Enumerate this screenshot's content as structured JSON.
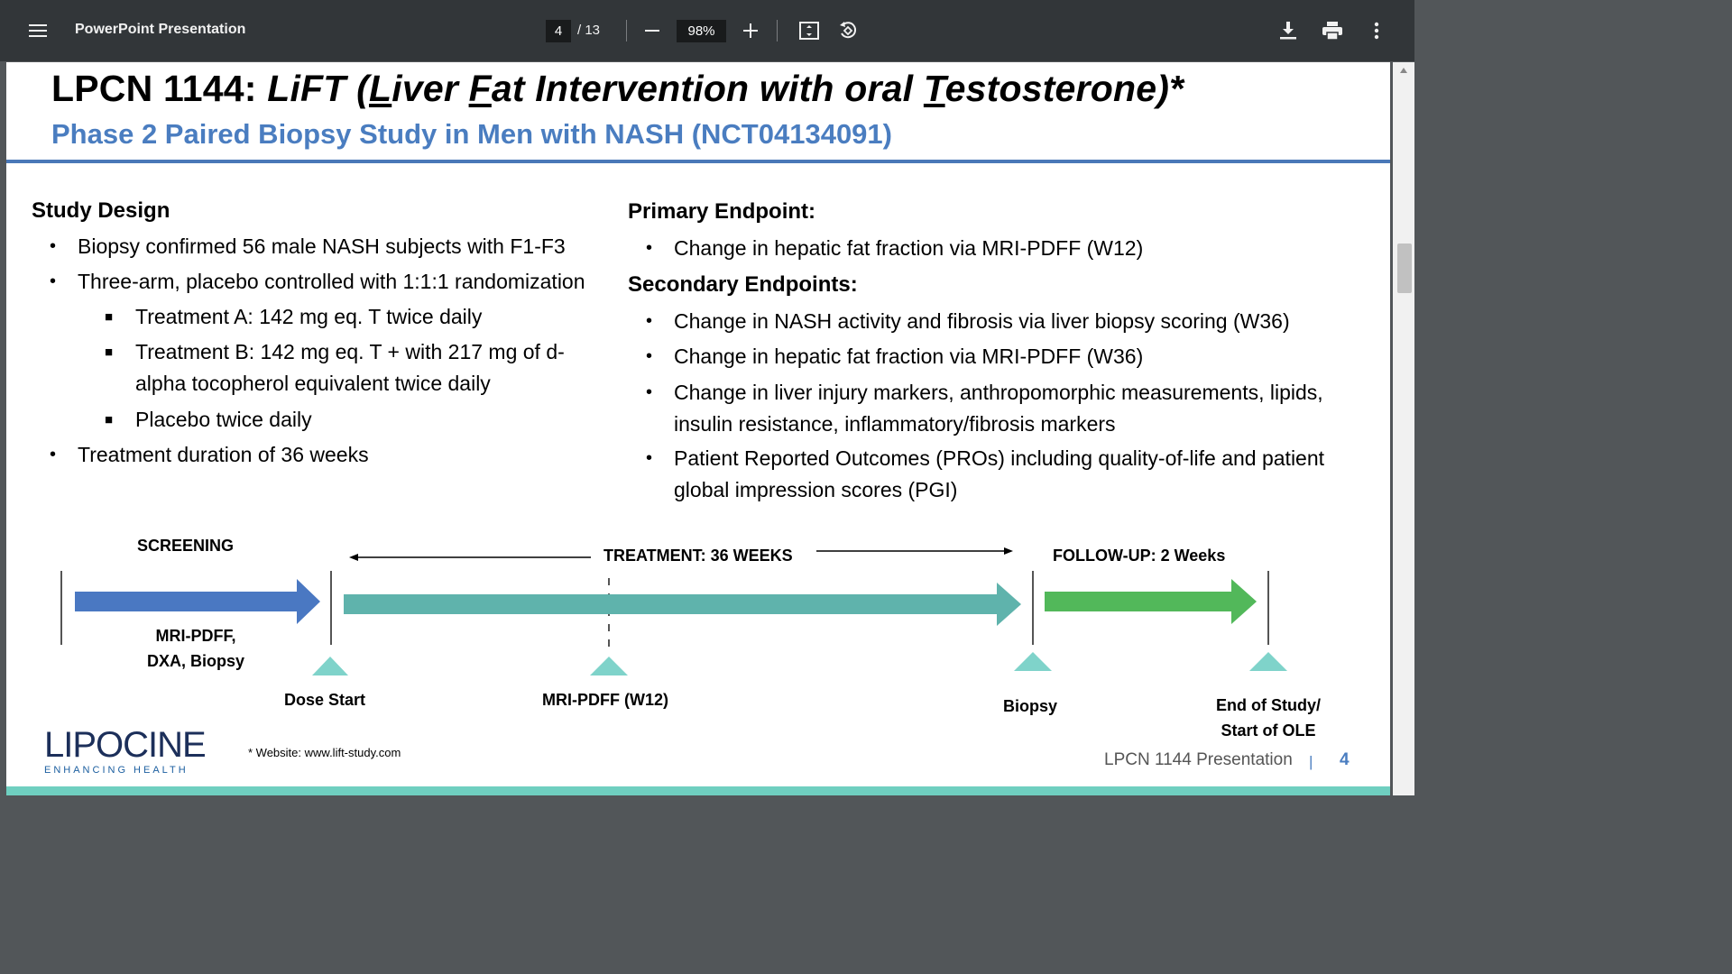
{
  "toolbar": {
    "title": "PowerPoint Presentation",
    "current_page": "4",
    "total_pages": "/ 13",
    "zoom": "98%"
  },
  "slide": {
    "title_prefix": "LPCN 1144: ",
    "title_italic_parts": [
      "LiFT (",
      "L",
      "iver ",
      "F",
      "at Intervention with oral ",
      "T",
      "estosterone)*"
    ],
    "subtitle": "Phase 2 Paired Biopsy Study in Men with NASH (NCT04134091)",
    "study_design": {
      "heading": "Study Design",
      "items": [
        "Biopsy confirmed 56 male NASH subjects with F1-F3",
        "Three-arm, placebo controlled with 1:1:1 randomization",
        "Treatment A: 142 mg eq. T twice daily",
        "Treatment B: 142 mg eq. T + with 217 mg of d-",
        "alpha tocopherol equivalent twice daily",
        "Placebo twice daily",
        "Treatment duration of 36 weeks"
      ]
    },
    "primary": {
      "heading": "Primary Endpoint:",
      "items": [
        "Change in hepatic fat fraction via MRI-PDFF (W12)"
      ]
    },
    "secondary": {
      "heading": "Secondary Endpoints:",
      "items": [
        "Change in NASH activity and fibrosis via liver biopsy scoring (W36)",
        "Change in hepatic fat fraction via MRI-PDFF (W36)",
        "Change in liver injury markers, anthropomorphic measurements, lipids,",
        "insulin resistance, inflammatory/fibrosis markers",
        "Patient Reported Outcomes (PROs) including quality-of-life and patient",
        "global impression scores (PGI)"
      ]
    },
    "timeline": {
      "screening": "SCREENING",
      "treatment": "TREATMENT: 36 WEEKS",
      "followup": "FOLLOW-UP: 2 Weeks",
      "screening_detail_1": "MRI-PDFF,",
      "screening_detail_2": "DXA,  Biopsy",
      "dose_start": "Dose Start",
      "mri_w12": "MRI-PDFF (W12)",
      "biopsy": "Biopsy",
      "end_1": "End of Study/",
      "end_2": "Start of OLE",
      "colors": {
        "screening": "#4a78c2",
        "treatment": "#5fb3ac",
        "followup": "#52b85a",
        "marker": "#7fd3ca"
      }
    },
    "logo_main": "LIPOCINE",
    "logo_sub": "ENHANCING HEALTH",
    "footnote": "* Website: www.lift-study.com",
    "footer_text": "LPCN 1144 Presentation",
    "footer_sep": "|",
    "footer_page": "4"
  }
}
